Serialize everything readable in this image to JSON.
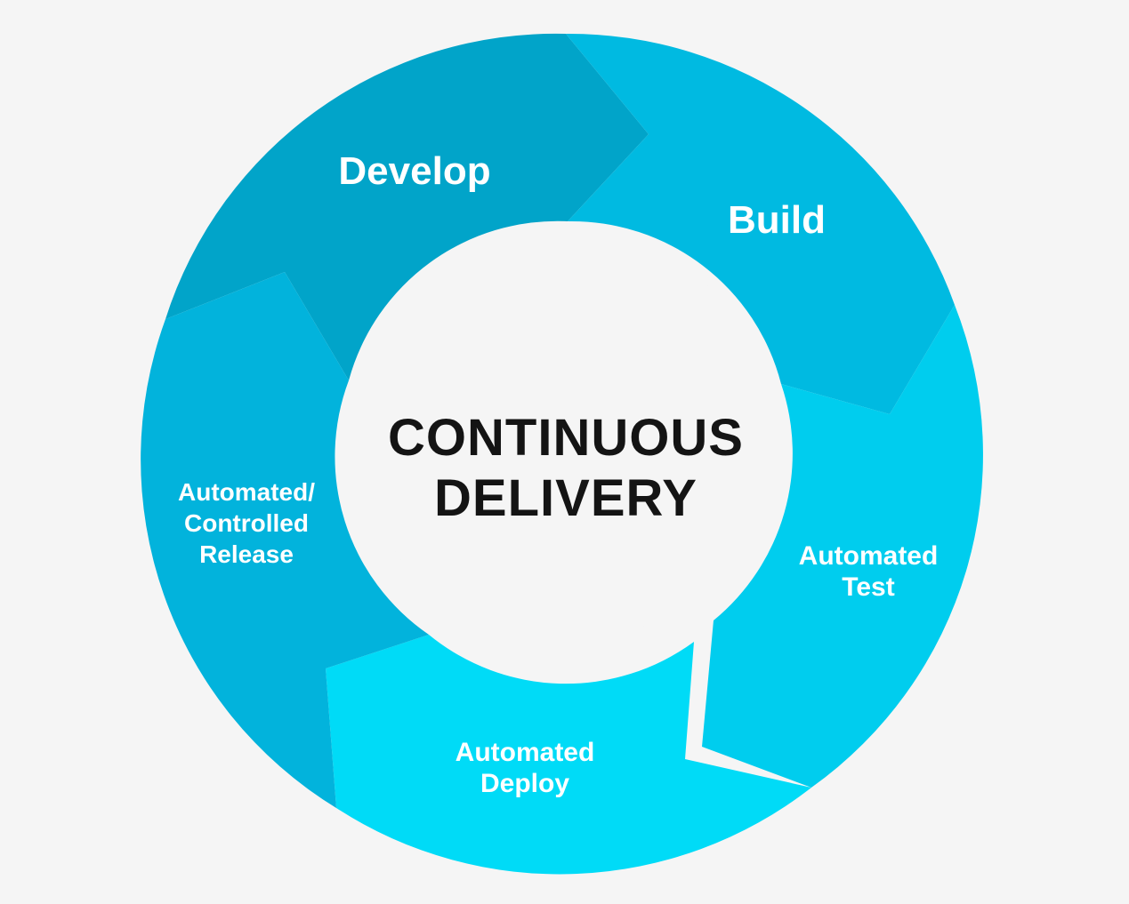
{
  "center": {
    "line1": "CONTINUOUS",
    "line2": "DELIVERY"
  },
  "stages": [
    {
      "id": "develop",
      "lines": [
        "Develop"
      ],
      "color": "#01a4c9"
    },
    {
      "id": "build",
      "lines": [
        "Build"
      ],
      "color": "#00bae1"
    },
    {
      "id": "automated-test",
      "lines": [
        "Automated",
        "Test"
      ],
      "color": "#00cdee"
    },
    {
      "id": "automated-deploy",
      "lines": [
        "Automated",
        "Deploy"
      ],
      "color": "#00dbf7"
    },
    {
      "id": "automated-controlled-release",
      "lines": [
        "Automated/",
        "Controlled",
        "Release"
      ],
      "color": "#02b3dc"
    }
  ],
  "colors": {
    "background": "#f5f5f5",
    "center_fill": "#f5f5f5",
    "center_text": "#141414",
    "label_text": "#ffffff"
  }
}
